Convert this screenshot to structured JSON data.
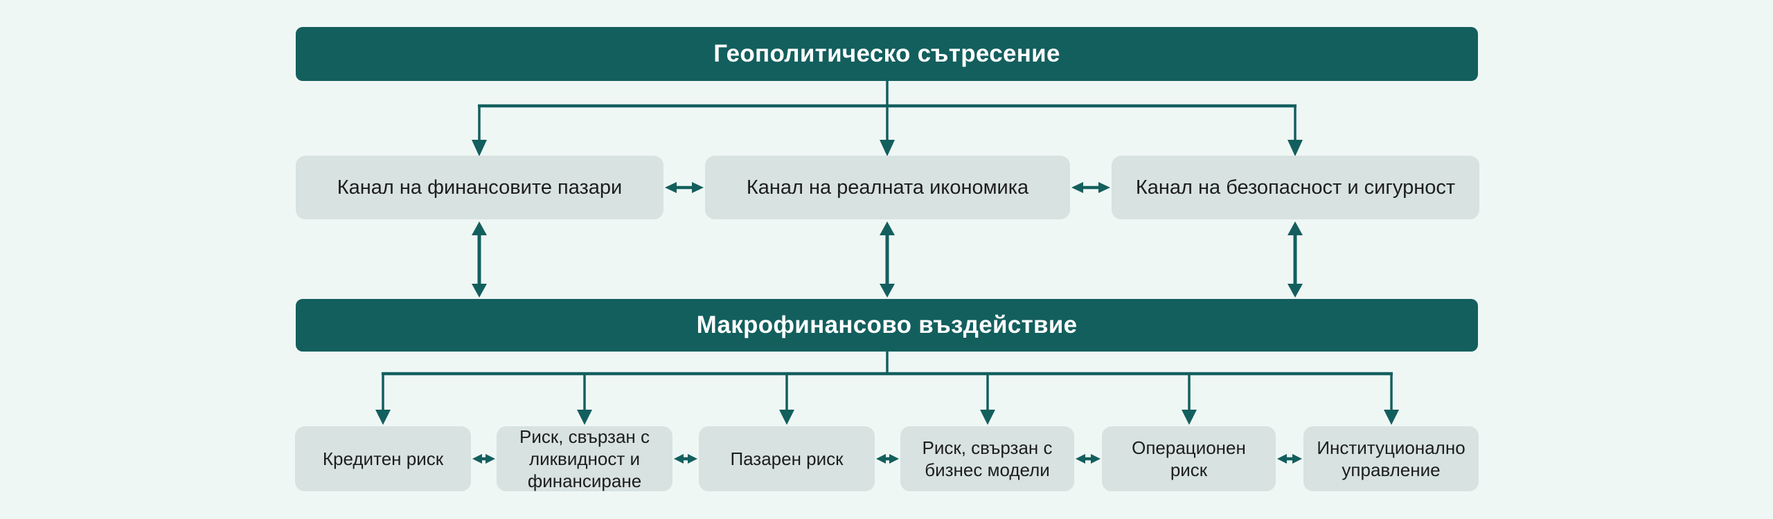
{
  "colors": {
    "background": "#eff7f5",
    "banner": "#135f5e",
    "banner_text": "#ffffff",
    "box": "#d7e2e1",
    "box_text": "#1d1d1d",
    "arrow": "#135f5e"
  },
  "diagram": {
    "top_banner": "Геополитическо сътресение",
    "middle_banner": "Макрофинансово въздействие",
    "channels": [
      {
        "label": "Канал на финансовите пазари"
      },
      {
        "label": "Канал на реалната икономика"
      },
      {
        "label": "Канал на безопасност и сигурност"
      }
    ],
    "risks": [
      {
        "label": "Кредитен риск"
      },
      {
        "label": "Риск, свързан с\nликвидност и\nфинансиране"
      },
      {
        "label": "Пазарен риск"
      },
      {
        "label": "Риск, свързан с\nбизнес модели"
      },
      {
        "label": "Операционен\nриск"
      },
      {
        "label": "Институционално\nуправление"
      }
    ]
  }
}
